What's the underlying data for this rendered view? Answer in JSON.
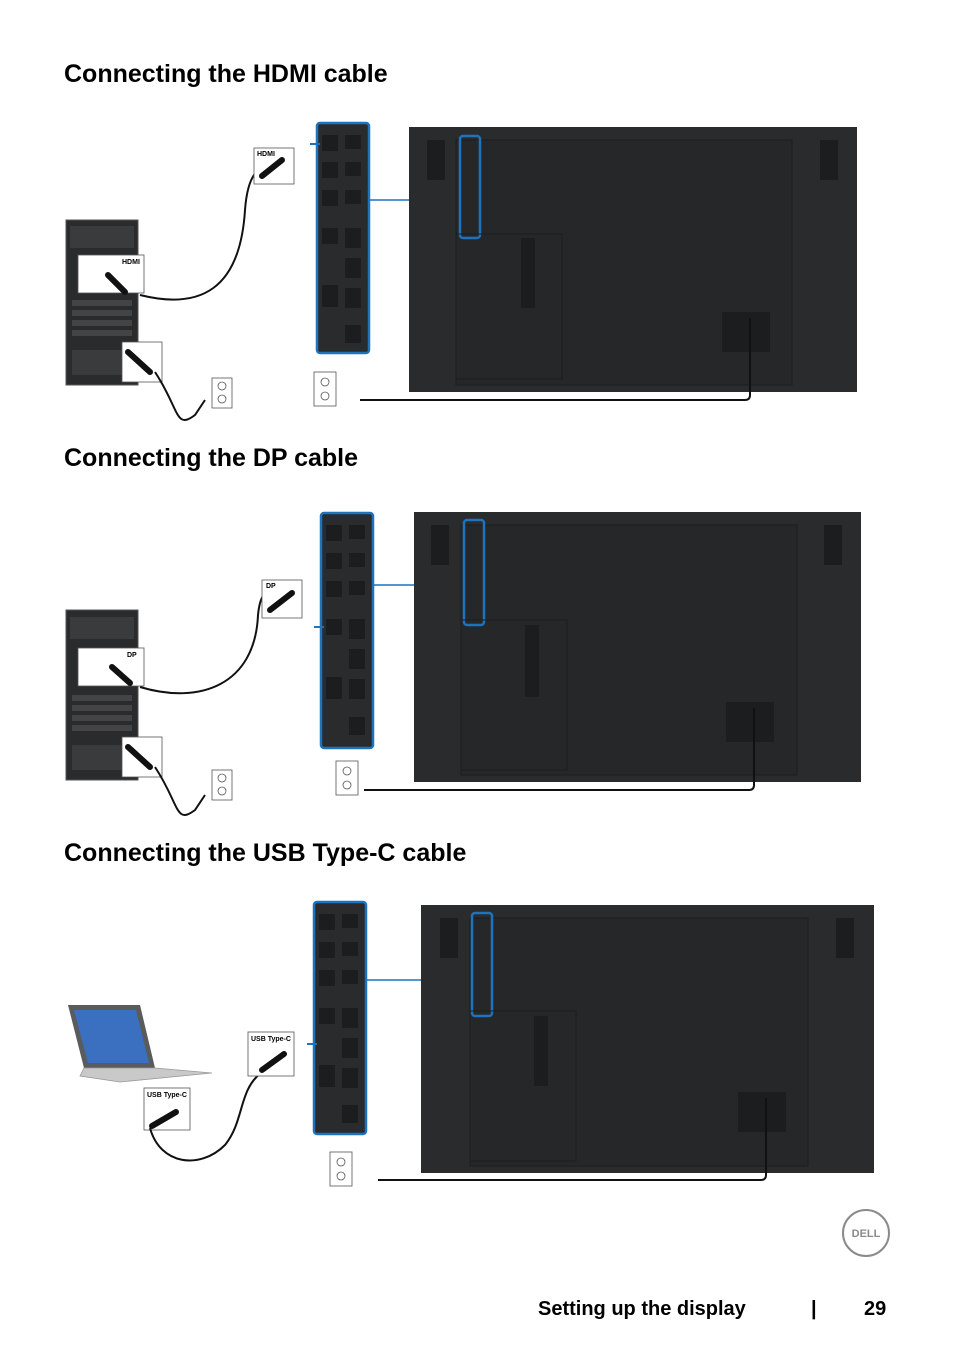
{
  "sections": [
    {
      "title": "Connecting the HDMI cable",
      "source_label": "HDMI",
      "port_label": "HDMI"
    },
    {
      "title": "Connecting the DP cable",
      "source_label": "DP",
      "port_label": "DP"
    },
    {
      "title": "Connecting the USB Type-C cable",
      "source_label": "USB Type-C",
      "port_label": "USB Type-C"
    }
  ],
  "footer": {
    "section_name": "Setting up the display",
    "separator": "|",
    "page_number": "29"
  },
  "logo": {
    "text": "DELL"
  },
  "colors": {
    "accent": "#1e73be",
    "panel": "#2a2b2d",
    "panel_dark": "#1c1d1f",
    "cable": "#111111"
  }
}
